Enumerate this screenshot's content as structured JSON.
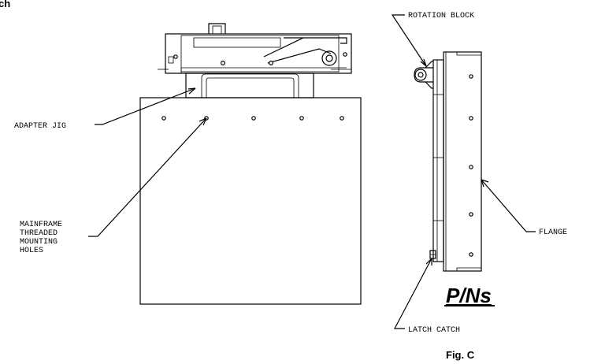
{
  "header": {
    "corner_fragment": "ch"
  },
  "labels": {
    "adapter_jig": "ADAPTER JIG",
    "mainframe": [
      "MAINFRAME",
      "THREADED",
      "MOUNTING",
      "HOLES"
    ],
    "rotation_block": "ROTATION BLOCK",
    "flange": "FLANGE",
    "latch_catch": "LATCH CATCH",
    "part_numbers": "P/Ns",
    "figure_caption": "Fig. C"
  },
  "colors": {
    "ink": "#000000",
    "paper": "#ffffff"
  }
}
